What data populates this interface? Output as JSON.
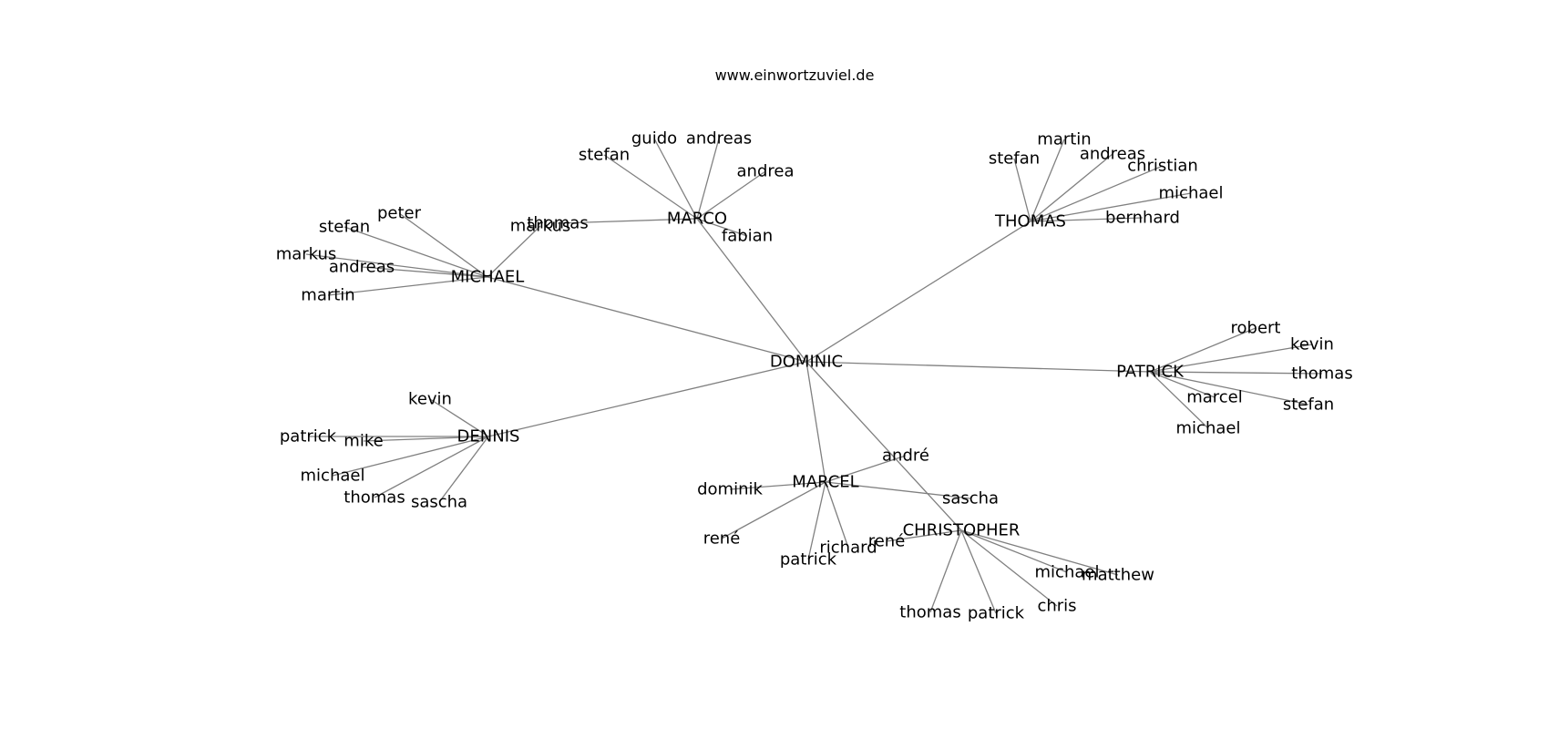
{
  "title": "www.einwortzuviel.de",
  "edge_color": "#808080",
  "text_color": "#000000",
  "background": "#ffffff",
  "nodes": [
    {
      "id": "dominic",
      "label": "DOMINIC"
    },
    {
      "id": "marco",
      "label": "MARCO"
    },
    {
      "id": "marco_guido",
      "label": "guido"
    },
    {
      "id": "marco_andreas",
      "label": "andreas"
    },
    {
      "id": "marco_stefan",
      "label": "stefan"
    },
    {
      "id": "marco_andrea",
      "label": "andrea"
    },
    {
      "id": "marco_thomas",
      "label": "thomas"
    },
    {
      "id": "marco_fabian",
      "label": "fabian"
    },
    {
      "id": "thomas",
      "label": "THOMAS"
    },
    {
      "id": "thomas_martin",
      "label": "martin"
    },
    {
      "id": "thomas_stefan",
      "label": "stefan"
    },
    {
      "id": "thomas_andreas",
      "label": "andreas"
    },
    {
      "id": "thomas_christian",
      "label": "christian"
    },
    {
      "id": "thomas_michael",
      "label": "michael"
    },
    {
      "id": "thomas_bernhard",
      "label": "bernhard"
    },
    {
      "id": "michael",
      "label": "MICHAEL"
    },
    {
      "id": "michael_peter",
      "label": "peter"
    },
    {
      "id": "michael_stefan",
      "label": "stefan"
    },
    {
      "id": "michael_markus_l",
      "label": "markus"
    },
    {
      "id": "michael_andreas",
      "label": "andreas"
    },
    {
      "id": "michael_martin",
      "label": "martin"
    },
    {
      "id": "michael_markus",
      "label": "markus"
    },
    {
      "id": "patrick",
      "label": "PATRICK"
    },
    {
      "id": "patrick_robert",
      "label": "robert"
    },
    {
      "id": "patrick_kevin",
      "label": "kevin"
    },
    {
      "id": "patrick_thomas",
      "label": "thomas"
    },
    {
      "id": "patrick_marcel",
      "label": "marcel"
    },
    {
      "id": "patrick_stefan",
      "label": "stefan"
    },
    {
      "id": "patrick_michael",
      "label": "michael"
    },
    {
      "id": "dennis",
      "label": "DENNIS"
    },
    {
      "id": "dennis_kevin",
      "label": "kevin"
    },
    {
      "id": "dennis_patrick",
      "label": "patrick"
    },
    {
      "id": "dennis_mike",
      "label": "mike"
    },
    {
      "id": "dennis_michael",
      "label": "michael"
    },
    {
      "id": "dennis_thomas",
      "label": "thomas"
    },
    {
      "id": "dennis_sascha",
      "label": "sascha"
    },
    {
      "id": "marcel",
      "label": "MARCEL"
    },
    {
      "id": "marcel_andre",
      "label": "andré"
    },
    {
      "id": "marcel_dominik",
      "label": "dominik"
    },
    {
      "id": "marcel_sascha",
      "label": "sascha"
    },
    {
      "id": "marcel_rene",
      "label": "rené"
    },
    {
      "id": "marcel_patrick",
      "label": "patrick"
    },
    {
      "id": "marcel_richard",
      "label": "richard"
    },
    {
      "id": "christopher",
      "label": "CHRISTOPHER"
    },
    {
      "id": "chris_rene",
      "label": "rené"
    },
    {
      "id": "chris_michael",
      "label": "michael"
    },
    {
      "id": "chris_matthew",
      "label": "matthew"
    },
    {
      "id": "chris_thomas",
      "label": "thomas"
    },
    {
      "id": "chris_patrick",
      "label": "patrick"
    },
    {
      "id": "chris_chris",
      "label": "chris"
    }
  ],
  "edges": [
    [
      "dominic",
      "marco"
    ],
    [
      "dominic",
      "thomas"
    ],
    [
      "dominic",
      "michael"
    ],
    [
      "dominic",
      "patrick"
    ],
    [
      "dominic",
      "dennis"
    ],
    [
      "dominic",
      "marcel"
    ],
    [
      "dominic",
      "christopher"
    ],
    [
      "marco",
      "marco_guido"
    ],
    [
      "marco",
      "marco_andreas"
    ],
    [
      "marco",
      "marco_stefan"
    ],
    [
      "marco",
      "marco_andrea"
    ],
    [
      "marco",
      "marco_thomas"
    ],
    [
      "marco",
      "marco_fabian"
    ],
    [
      "thomas",
      "thomas_martin"
    ],
    [
      "thomas",
      "thomas_stefan"
    ],
    [
      "thomas",
      "thomas_andreas"
    ],
    [
      "thomas",
      "thomas_christian"
    ],
    [
      "thomas",
      "thomas_michael"
    ],
    [
      "thomas",
      "thomas_bernhard"
    ],
    [
      "michael",
      "michael_peter"
    ],
    [
      "michael",
      "michael_stefan"
    ],
    [
      "michael",
      "michael_markus_l"
    ],
    [
      "michael",
      "michael_andreas"
    ],
    [
      "michael",
      "michael_martin"
    ],
    [
      "michael",
      "michael_markus"
    ],
    [
      "patrick",
      "patrick_robert"
    ],
    [
      "patrick",
      "patrick_kevin"
    ],
    [
      "patrick",
      "patrick_thomas"
    ],
    [
      "patrick",
      "patrick_marcel"
    ],
    [
      "patrick",
      "patrick_stefan"
    ],
    [
      "patrick",
      "patrick_michael"
    ],
    [
      "dennis",
      "dennis_kevin"
    ],
    [
      "dennis",
      "dennis_patrick"
    ],
    [
      "dennis",
      "dennis_mike"
    ],
    [
      "dennis",
      "dennis_michael"
    ],
    [
      "dennis",
      "dennis_thomas"
    ],
    [
      "dennis",
      "dennis_sascha"
    ],
    [
      "marcel",
      "marcel_andre"
    ],
    [
      "marcel",
      "marcel_dominik"
    ],
    [
      "marcel",
      "marcel_sascha"
    ],
    [
      "marcel",
      "marcel_rene"
    ],
    [
      "marcel",
      "marcel_patrick"
    ],
    [
      "marcel",
      "marcel_richard"
    ],
    [
      "christopher",
      "chris_rene"
    ],
    [
      "christopher",
      "chris_michael"
    ],
    [
      "christopher",
      "chris_matthew"
    ],
    [
      "christopher",
      "chris_thomas"
    ],
    [
      "christopher",
      "chris_patrick"
    ],
    [
      "christopher",
      "chris_chris"
    ]
  ]
}
